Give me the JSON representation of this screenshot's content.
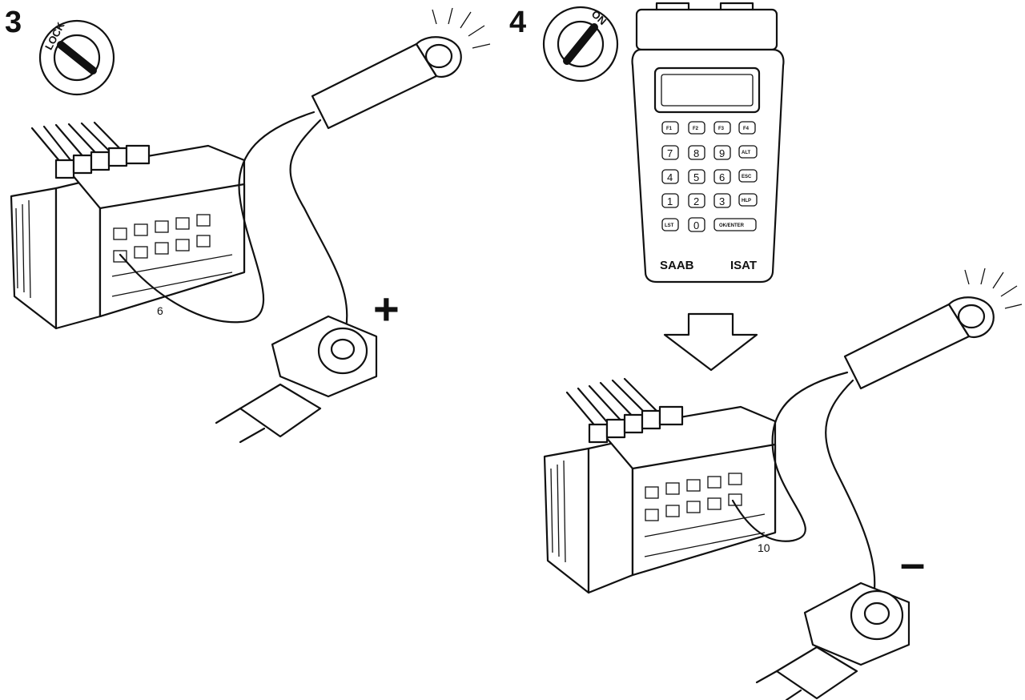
{
  "steps": [
    {
      "number": "3",
      "ignition_label": "LOCK",
      "pin_label": "6",
      "polarity": "+"
    },
    {
      "number": "4",
      "ignition_label": "ON",
      "pin_label": "10",
      "polarity": "–"
    }
  ],
  "tester": {
    "keys_row1": [
      "F1",
      "F2",
      "F3",
      "F4"
    ],
    "keys_row2": [
      "7",
      "8",
      "9",
      "ALT"
    ],
    "keys_row3": [
      "4",
      "5",
      "6",
      "ESC"
    ],
    "keys_row4": [
      "1",
      "2",
      "3",
      "HLP"
    ],
    "keys_row5": [
      "LST",
      "0",
      "OK/ENTER"
    ],
    "brand_left": "SAAB",
    "brand_right": "ISAT"
  }
}
